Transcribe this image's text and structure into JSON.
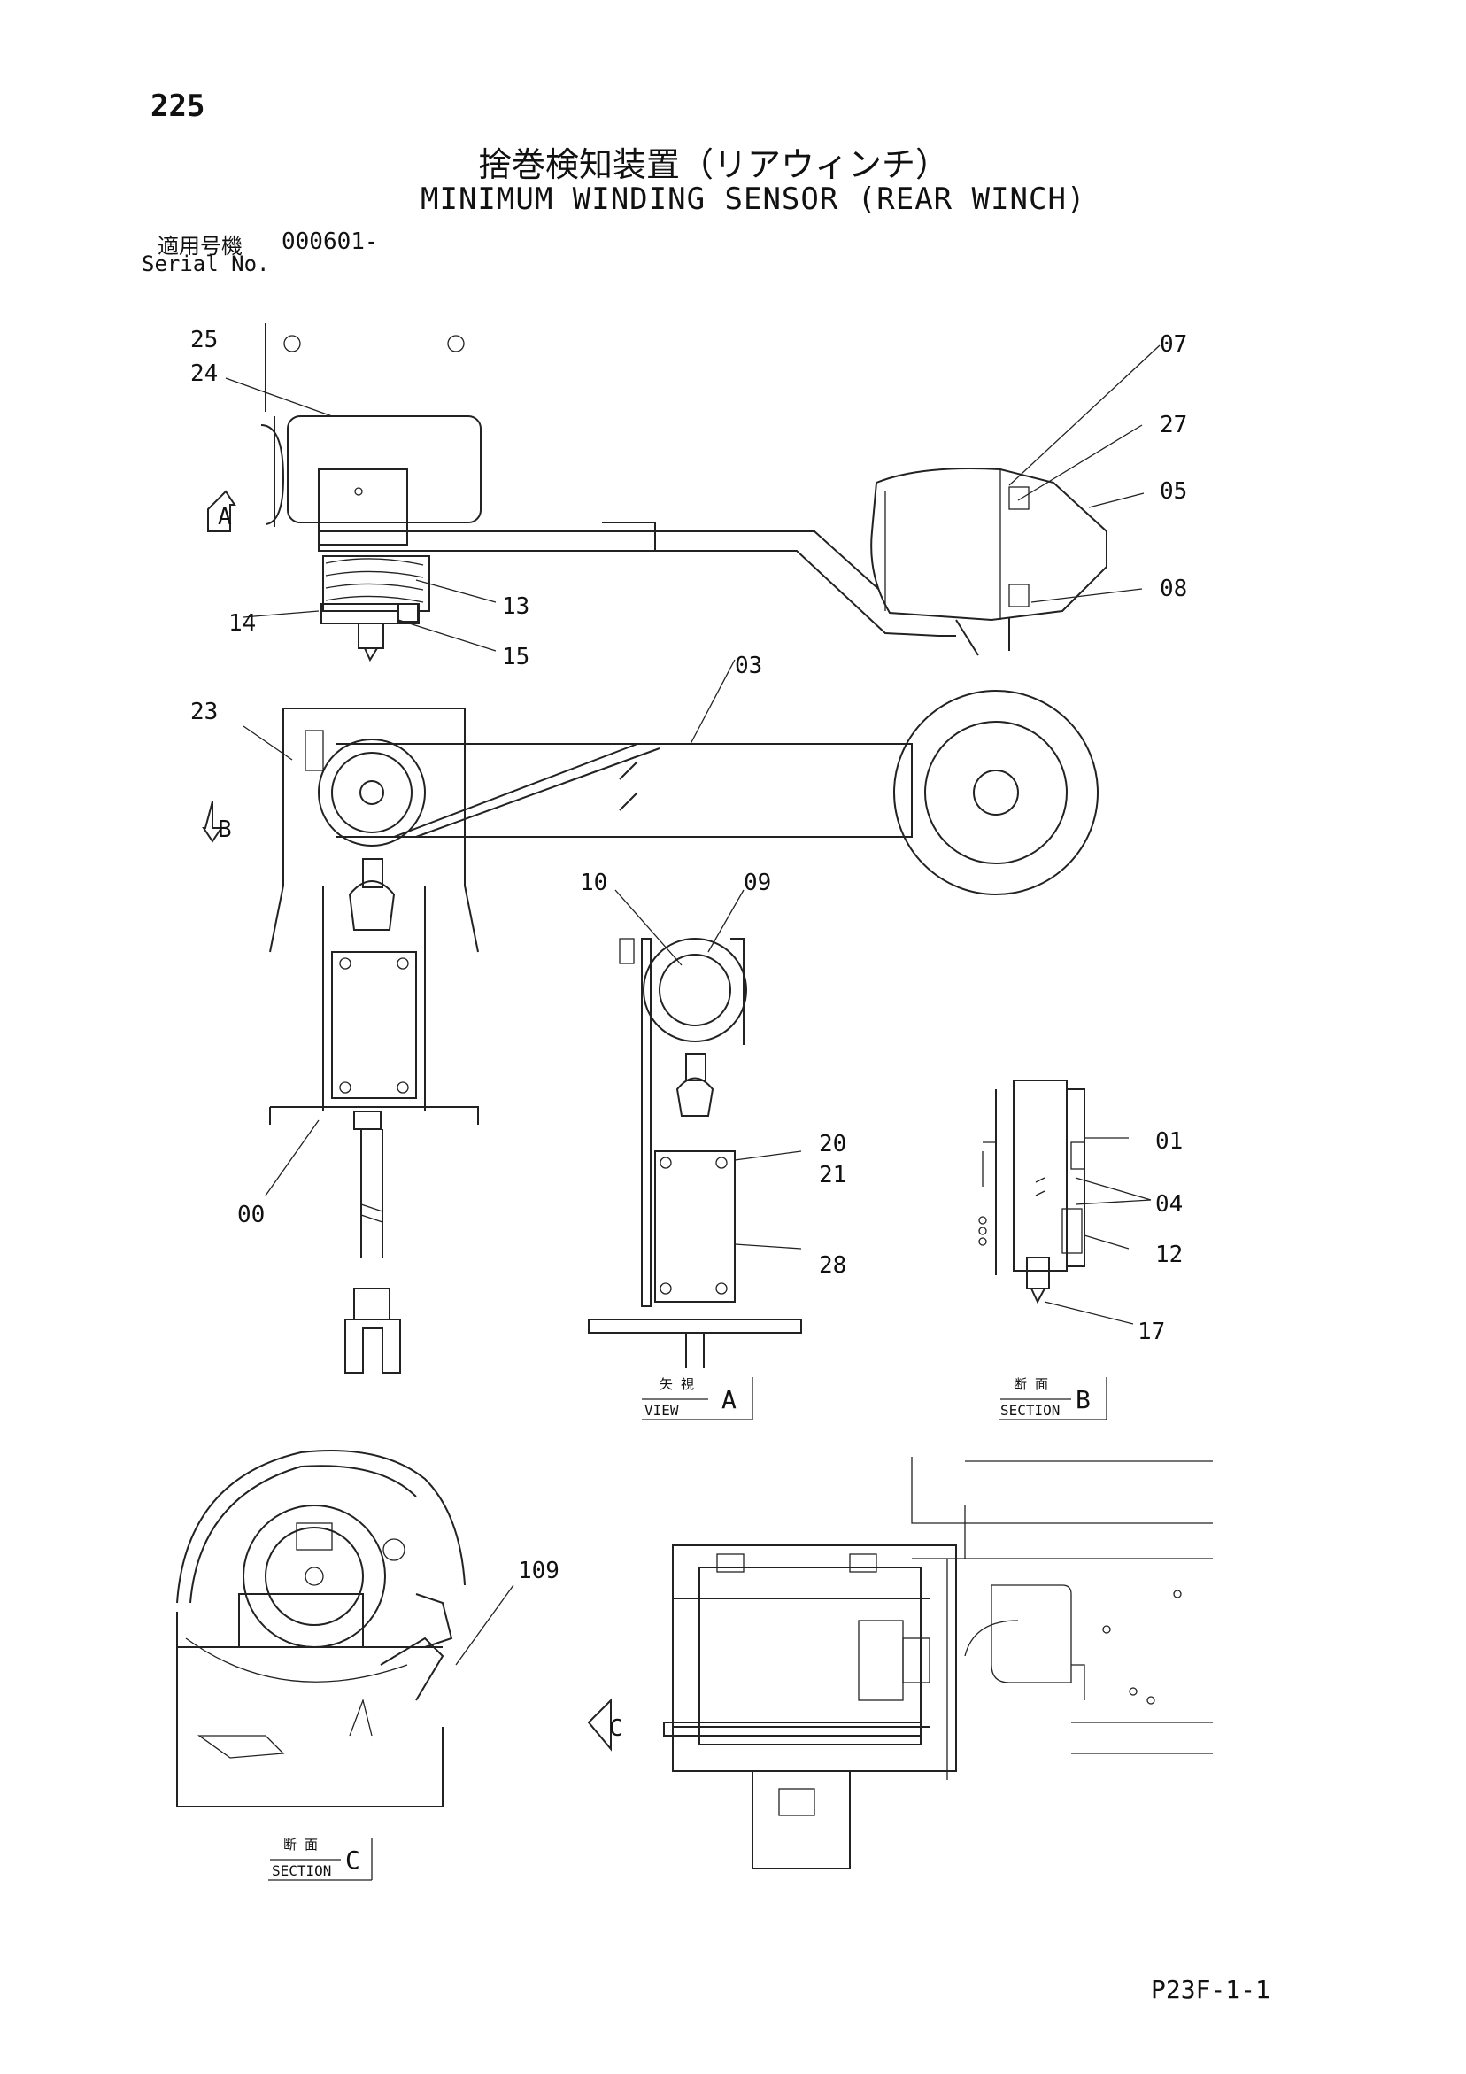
{
  "header": {
    "page_number": "225",
    "title_ja": "捨巻検知装置（リアウィンチ）",
    "title_en": "MINIMUM WINDING SENSOR (REAR WINCH)",
    "serial_label_ja": "適用号機",
    "serial_code": "000601-",
    "serial_label_en": "Serial No."
  },
  "callouts": [
    "25",
    "24",
    "07",
    "27",
    "05",
    "08",
    "13",
    "14",
    "15",
    "03",
    "23",
    "10",
    "09",
    "00",
    "20",
    "21",
    "28",
    "01",
    "04",
    "12",
    "17",
    "109"
  ],
  "view_markers": [
    "A",
    "B",
    "C"
  ],
  "view_labels": {
    "view_a": {
      "ja": "矢 視",
      "en": "VIEW",
      "letter": "A"
    },
    "section_b": {
      "ja": "断 面",
      "en": "SECTION",
      "letter": "B"
    },
    "section_c": {
      "ja": "断 面",
      "en": "SECTION",
      "letter": "C"
    }
  },
  "footer": {
    "page_code": "P23F-1-1"
  }
}
